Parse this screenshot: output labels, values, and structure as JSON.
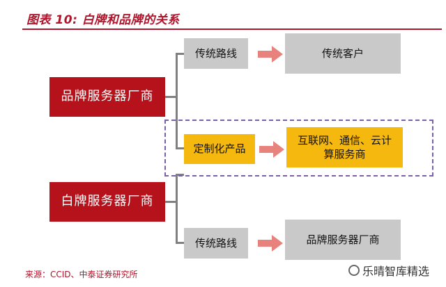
{
  "header": {
    "title": "图表 10: 白牌和品牌的关系"
  },
  "diagram": {
    "left_boxes": {
      "brand_server_vendor": "品牌服务器厂商",
      "whitebox_server_vendor": "白牌服务器厂商"
    },
    "middle_boxes": {
      "traditional_channel_top": "传统路线",
      "custom_product": "定制化产品",
      "traditional_channel_bottom": "传统路线"
    },
    "right_boxes": {
      "traditional_customer": "传统客户",
      "internet_telecom_cloud_line1": "互联网、通信、云计",
      "internet_telecom_cloud_line2": "算服务商",
      "brand_server_vendor_target": "品牌服务器厂商"
    },
    "colors": {
      "red": "#b5121b",
      "gray": "#c9c9c9",
      "yellow": "#f5b80f",
      "arrow": "#e8827d",
      "dashed_border": "#7b5fa8",
      "title": "#b0132a"
    }
  },
  "footer": {
    "source": "来源：CCID、中泰证券研究所",
    "watermark": "乐晴智库精选"
  }
}
